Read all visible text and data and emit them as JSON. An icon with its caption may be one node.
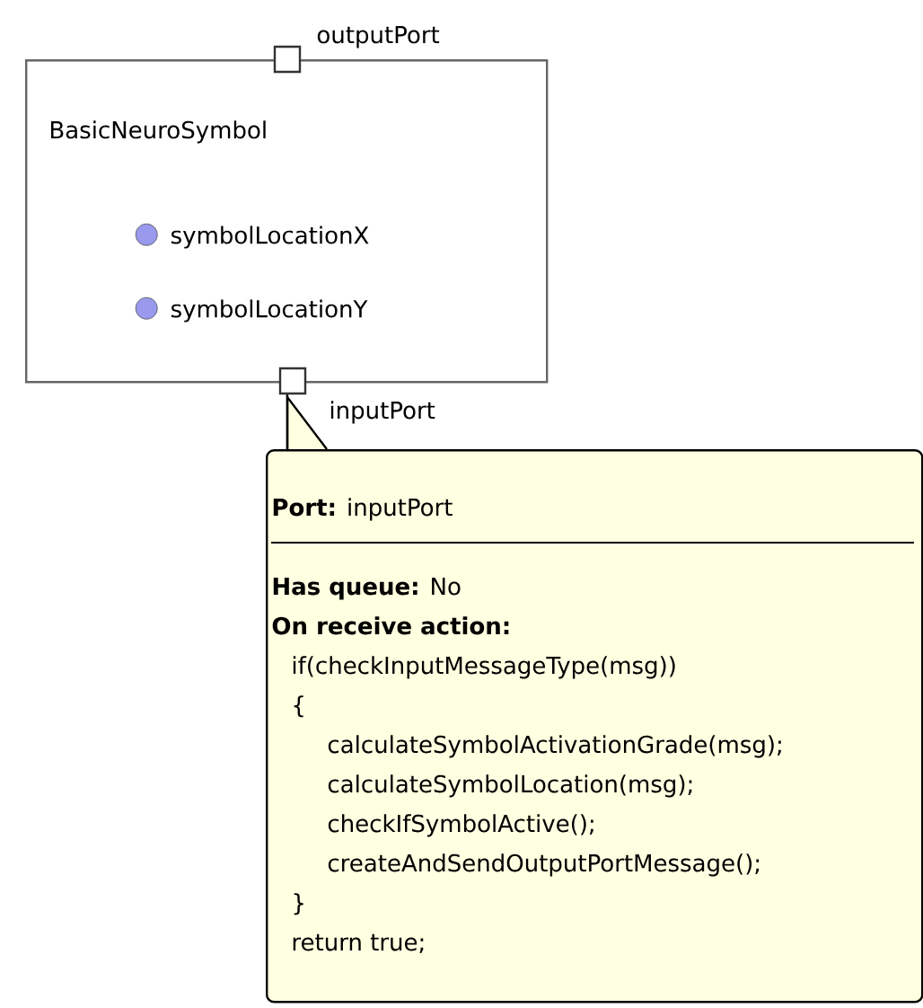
{
  "diagram": {
    "nodes": [
      {
        "text": [
          "BasicNeuroSymbol"
        ]
      },
      {
        "text": [],
        "shape": "box",
        "beside": [
          "outputPort"
        ]
      },
      {
        "text": [],
        "shape": "circle",
        "beside": [
          "symbolLocationX"
        ],
        "in": 0
      },
      {
        "text": [],
        "shape": "circle",
        "beside": [
          "symbolLocationY"
        ],
        "in": 0
      },
      {
        "text": [],
        "shape": "box"
      },
      {
        "text": [
          "**Port:**  inputPort",
          "**Has queue:**  No",
          "On receive action:",
          "if(checkInputMessageType(msg))",
          "{",
          "calculateSymbolActivationGrade(msg);",
          "calculateSymbolLocation(msg);",
          "checkIfSymbolActive();",
          "createAndSendOutputPortMessage();",
          "}",
          "return true;"
        ]
      }
    ],
    "labels": [
      "inputPort"
    ],
    "edges": [
      {
        "from": 5,
        "to": 4,
        "arrow": "none"
      }
    ]
  }
}
